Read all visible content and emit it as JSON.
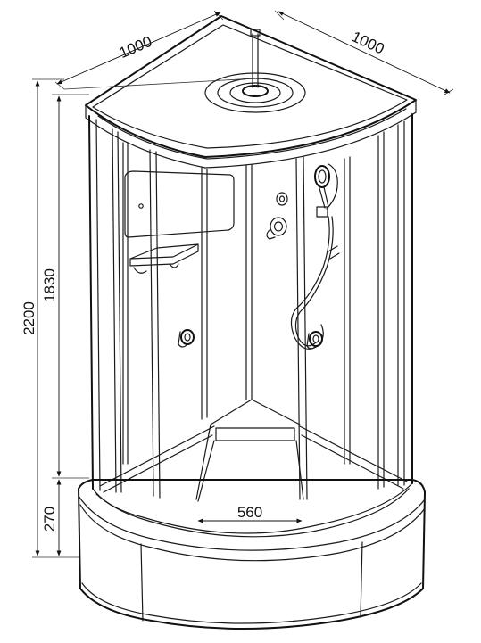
{
  "dimensions": {
    "width_left": "1000",
    "width_right": "1000",
    "total_height": "2200",
    "cabin_height": "1830",
    "tray_height": "270",
    "tray_inner_width": "560"
  }
}
